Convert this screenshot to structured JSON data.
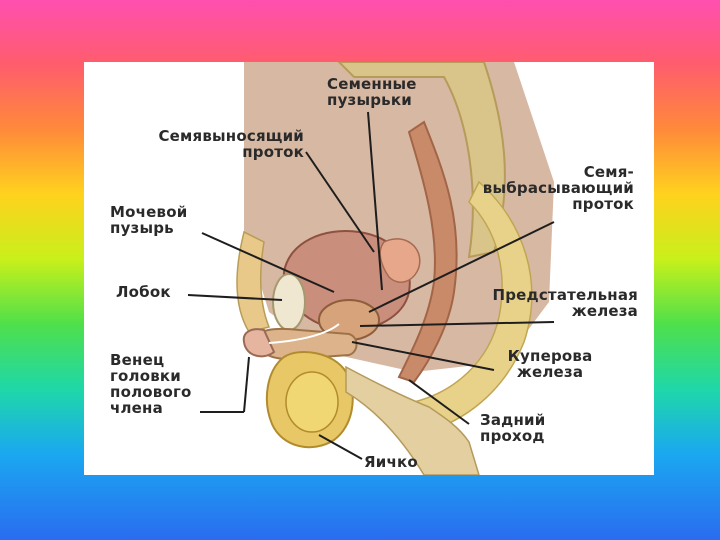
{
  "labels": {
    "seminal_vesicles": "Семенные\nпузырьки",
    "vas_deferens": "Семявыносящий\nпроток",
    "ejaculatory_duct": "Семя-\nвыбрасывающий\nпроток",
    "bladder": "Мочевой\nпузырь",
    "pubis": "Лобок",
    "prostate": "Предстательная\nжелеза",
    "glans_corona": "Венец\nголовки\nполового\nчлена",
    "cowper_gland": "Куперова\nжелеза",
    "anus": "Задний\nпроход",
    "testicle": "Яичко"
  },
  "colors": {
    "background_top": "#ff4fb0",
    "background_bottom": "#2a6cf0",
    "panel": "#ffffff",
    "label_text": "#2a2a2a",
    "leader_line": "#1e1e1e"
  }
}
